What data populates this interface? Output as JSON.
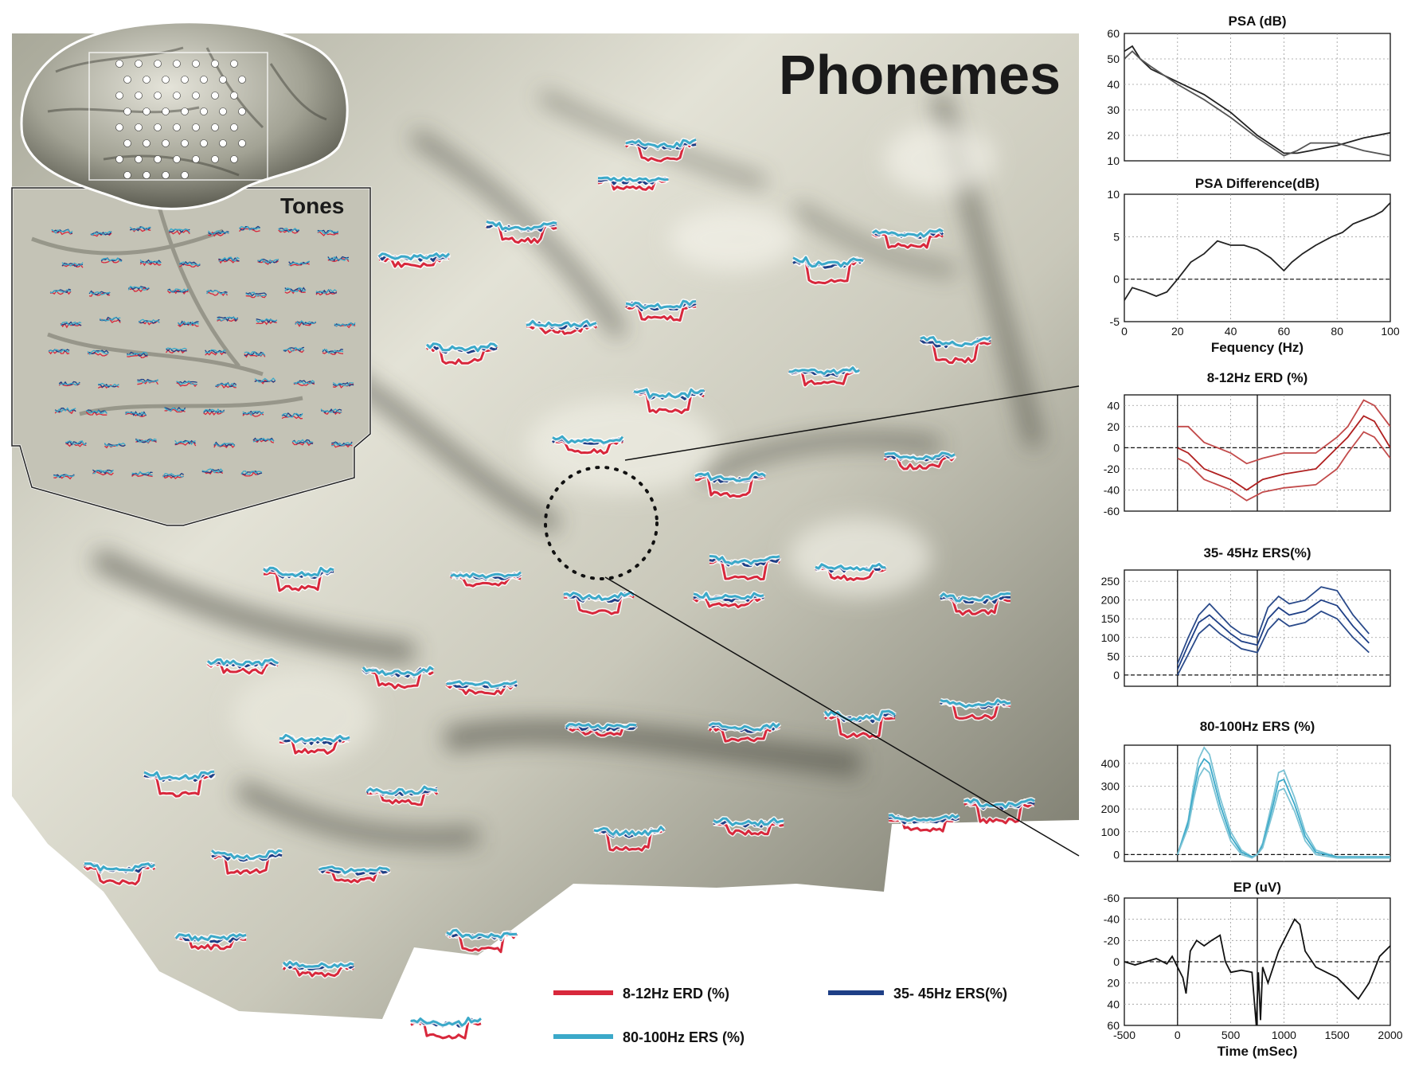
{
  "figure": {
    "main_title": "Phonemes",
    "inset_title": "Tones",
    "legend": [
      {
        "label": "8-12Hz  ERD (%)",
        "color": "#d8283c"
      },
      {
        "label": "35- 45Hz ERS(%)",
        "color": "#1e3f86"
      },
      {
        "label": "80-100Hz ERS (%)",
        "color": "#3ba9c9"
      }
    ],
    "colors": {
      "erd": "#d8283c",
      "ers_gamma": "#1e3f86",
      "ers_high": "#3ba9c9",
      "cortex_light": "#e9e7dc",
      "cortex_dark": "#5e5e50"
    }
  },
  "chart_data": [
    {
      "type": "line",
      "title": "PSA (dB)",
      "xlabel": "",
      "ylabel": "",
      "xlim": [
        0,
        100
      ],
      "ylim": [
        10,
        60
      ],
      "xticks": [],
      "yticks": [
        10,
        20,
        30,
        40,
        50,
        60
      ],
      "grid": true,
      "series": [
        {
          "color": "#222222",
          "x": [
            0,
            3,
            6,
            10,
            20,
            30,
            40,
            50,
            60,
            65,
            70,
            80,
            90,
            100
          ],
          "y": [
            53,
            55,
            50,
            46,
            41,
            36,
            29,
            20,
            13,
            13,
            14,
            16,
            19,
            21
          ]
        },
        {
          "color": "#555555",
          "x": [
            0,
            3,
            6,
            10,
            20,
            30,
            40,
            50,
            60,
            65,
            70,
            80,
            90,
            100
          ],
          "y": [
            50,
            53,
            50,
            47,
            40,
            34,
            27,
            19,
            12,
            14,
            17,
            17,
            14,
            12
          ]
        }
      ]
    },
    {
      "type": "line",
      "title": "PSA Difference(dB)",
      "xlabel": "Fequency (Hz)",
      "ylabel": "",
      "xlim": [
        0,
        100
      ],
      "ylim": [
        -5,
        10
      ],
      "xticks": [
        0,
        20,
        40,
        60,
        80,
        100
      ],
      "yticks": [
        -5,
        0,
        5,
        10
      ],
      "grid": true,
      "zero_line": 0,
      "series": [
        {
          "color": "#222222",
          "x": [
            0,
            3,
            8,
            12,
            16,
            20,
            25,
            30,
            35,
            40,
            45,
            50,
            55,
            60,
            63,
            67,
            72,
            78,
            82,
            86,
            90,
            94,
            97,
            100
          ],
          "y": [
            -2.5,
            -1,
            -1.5,
            -2,
            -1.5,
            0,
            2,
            3,
            4.5,
            4,
            4,
            3.5,
            2.5,
            1,
            2,
            3,
            4,
            5,
            5.5,
            6.5,
            7,
            7.5,
            8,
            9
          ]
        }
      ]
    },
    {
      "type": "line",
      "title": "8-12Hz  ERD (%)",
      "xlabel": "",
      "ylabel": "",
      "xlim": [
        -500,
        2000
      ],
      "ylim": [
        -60,
        50
      ],
      "xticks": [],
      "yticks": [
        -60,
        -40,
        -20,
        0,
        20,
        40
      ],
      "grid": true,
      "zero_line": 0,
      "events": [
        0,
        750
      ],
      "series": [
        {
          "color": "#c24a4a",
          "x": [
            0,
            100,
            250,
            500,
            650,
            800,
            1000,
            1300,
            1500,
            1600,
            1750,
            1850,
            2000
          ],
          "y": [
            20,
            20,
            5,
            -5,
            -15,
            -10,
            -5,
            -5,
            10,
            20,
            45,
            40,
            20
          ]
        },
        {
          "color": "#b02020",
          "x": [
            0,
            100,
            250,
            500,
            650,
            800,
            1000,
            1300,
            1500,
            1600,
            1750,
            1850,
            2000
          ],
          "y": [
            0,
            -5,
            -20,
            -30,
            -40,
            -30,
            -25,
            -20,
            0,
            10,
            30,
            25,
            0
          ]
        },
        {
          "color": "#c24a4a",
          "x": [
            0,
            100,
            250,
            500,
            650,
            800,
            1000,
            1300,
            1500,
            1600,
            1750,
            1850,
            2000
          ],
          "y": [
            -10,
            -15,
            -30,
            -40,
            -50,
            -42,
            -38,
            -35,
            -20,
            -5,
            15,
            10,
            -10
          ]
        }
      ]
    },
    {
      "type": "line",
      "title": "35- 45Hz ERS(%)",
      "xlabel": "",
      "ylabel": "",
      "xlim": [
        -500,
        2000
      ],
      "ylim": [
        -30,
        280
      ],
      "xticks": [],
      "yticks": [
        0,
        50,
        100,
        150,
        200,
        250
      ],
      "grid": true,
      "zero_line": 0,
      "events": [
        0,
        750
      ],
      "series": [
        {
          "color": "#2a4a8a",
          "x": [
            0,
            100,
            200,
            300,
            400,
            500,
            600,
            750,
            850,
            950,
            1050,
            1200,
            1350,
            1500,
            1650,
            1800
          ],
          "y": [
            30,
            100,
            160,
            190,
            160,
            130,
            110,
            100,
            180,
            210,
            190,
            200,
            235,
            225,
            160,
            110
          ]
        },
        {
          "color": "#1e3f86",
          "x": [
            0,
            100,
            200,
            300,
            400,
            500,
            600,
            750,
            850,
            950,
            1050,
            1200,
            1350,
            1500,
            1650,
            1800
          ],
          "y": [
            15,
            80,
            140,
            160,
            135,
            110,
            90,
            80,
            150,
            180,
            160,
            170,
            200,
            185,
            130,
            85
          ]
        },
        {
          "color": "#2a4a8a",
          "x": [
            0,
            100,
            200,
            300,
            400,
            500,
            600,
            750,
            850,
            950,
            1050,
            1200,
            1350,
            1500,
            1650,
            1800
          ],
          "y": [
            0,
            55,
            110,
            135,
            110,
            90,
            70,
            60,
            120,
            150,
            130,
            140,
            170,
            150,
            100,
            60
          ]
        }
      ]
    },
    {
      "type": "line",
      "title": "80-100Hz ERS (%)",
      "xlabel": "",
      "ylabel": "",
      "xlim": [
        -500,
        2000
      ],
      "ylim": [
        -30,
        480
      ],
      "xticks": [],
      "yticks": [
        0,
        100,
        200,
        300,
        400
      ],
      "grid": true,
      "zero_line": 0,
      "events": [
        0,
        750
      ],
      "series": [
        {
          "color": "#7cc3d5",
          "x": [
            0,
            100,
            150,
            200,
            250,
            300,
            400,
            500,
            600,
            700,
            750,
            800,
            900,
            950,
            1000,
            1100,
            1200,
            1300,
            1500,
            1800,
            2000
          ],
          "y": [
            0,
            150,
            300,
            420,
            470,
            440,
            250,
            100,
            20,
            -10,
            0,
            50,
            250,
            360,
            370,
            250,
            100,
            20,
            -10,
            -10,
            -10
          ]
        },
        {
          "color": "#3ba9c9",
          "x": [
            0,
            100,
            150,
            200,
            250,
            300,
            400,
            500,
            600,
            700,
            750,
            800,
            900,
            950,
            1000,
            1100,
            1200,
            1300,
            1500,
            1800,
            2000
          ],
          "y": [
            0,
            140,
            270,
            380,
            420,
            400,
            220,
            80,
            10,
            -10,
            0,
            40,
            220,
            320,
            330,
            220,
            80,
            10,
            -10,
            -10,
            -10
          ]
        },
        {
          "color": "#7cc3d5",
          "x": [
            0,
            100,
            150,
            200,
            250,
            300,
            400,
            500,
            600,
            700,
            750,
            800,
            900,
            950,
            1000,
            1100,
            1200,
            1300,
            1500,
            1800,
            2000
          ],
          "y": [
            0,
            120,
            240,
            340,
            380,
            360,
            190,
            60,
            0,
            -15,
            0,
            30,
            190,
            280,
            290,
            190,
            60,
            0,
            -15,
            -15,
            -15
          ]
        }
      ]
    },
    {
      "type": "line",
      "title": "EP (uV)",
      "xlabel": "Time (mSec)",
      "ylabel": "",
      "xlim": [
        -500,
        2000
      ],
      "ylim": [
        -60,
        60
      ],
      "y_inverted": true,
      "xticks": [
        -500,
        0,
        500,
        1000,
        1500,
        2000
      ],
      "yticks": [
        -60,
        -40,
        -20,
        0,
        20,
        40,
        60
      ],
      "grid": true,
      "zero_line": 0,
      "events": [
        0,
        750
      ],
      "series": [
        {
          "color": "#111111",
          "x": [
            -500,
            -400,
            -300,
            -200,
            -100,
            -50,
            0,
            50,
            80,
            120,
            180,
            250,
            320,
            400,
            450,
            500,
            600,
            700,
            740,
            760,
            780,
            800,
            850,
            900,
            950,
            1000,
            1050,
            1100,
            1150,
            1200,
            1300,
            1400,
            1500,
            1600,
            1700,
            1800,
            1900,
            2000
          ],
          "y": [
            0,
            3,
            0,
            -3,
            2,
            -5,
            5,
            15,
            30,
            -10,
            -20,
            -15,
            -20,
            -25,
            0,
            10,
            8,
            10,
            60,
            10,
            55,
            5,
            20,
            5,
            -10,
            -20,
            -30,
            -40,
            -35,
            -10,
            5,
            10,
            15,
            25,
            35,
            20,
            -5,
            -15
          ]
        }
      ]
    }
  ]
}
